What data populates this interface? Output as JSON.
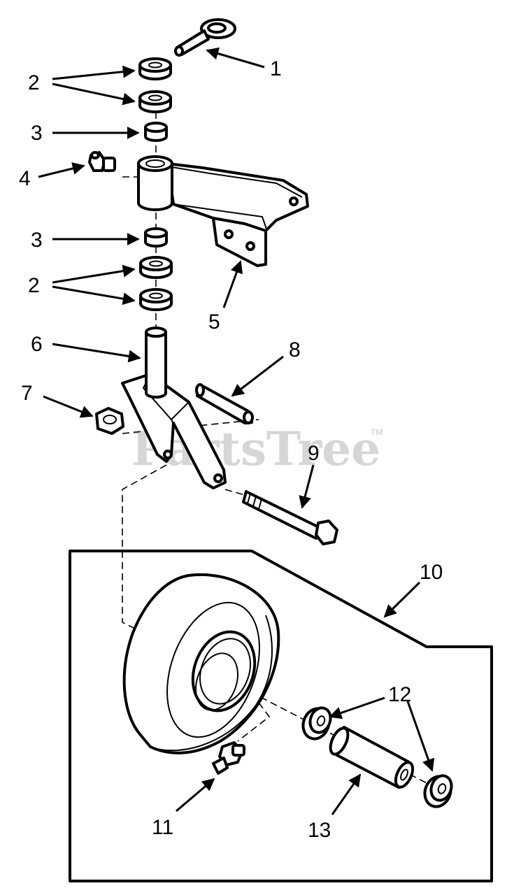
{
  "watermark": {
    "text": "PartsTree",
    "trademark": "TM"
  },
  "callouts": [
    {
      "id": "callout-1",
      "text": "1"
    },
    {
      "id": "callout-2a",
      "text": "2"
    },
    {
      "id": "callout-3a",
      "text": "3"
    },
    {
      "id": "callout-4",
      "text": "4"
    },
    {
      "id": "callout-3b",
      "text": "3"
    },
    {
      "id": "callout-2b",
      "text": "2"
    },
    {
      "id": "callout-5",
      "text": "5"
    },
    {
      "id": "callout-6",
      "text": "6"
    },
    {
      "id": "callout-7",
      "text": "7"
    },
    {
      "id": "callout-8",
      "text": "8"
    },
    {
      "id": "callout-9",
      "text": "9"
    },
    {
      "id": "callout-10",
      "text": "10"
    },
    {
      "id": "callout-11",
      "text": "11"
    },
    {
      "id": "callout-12",
      "text": "12"
    },
    {
      "id": "callout-13",
      "text": "13"
    }
  ],
  "colors": {
    "line": "#000000",
    "background": "#ffffff",
    "watermark": "#d6d6d6"
  }
}
